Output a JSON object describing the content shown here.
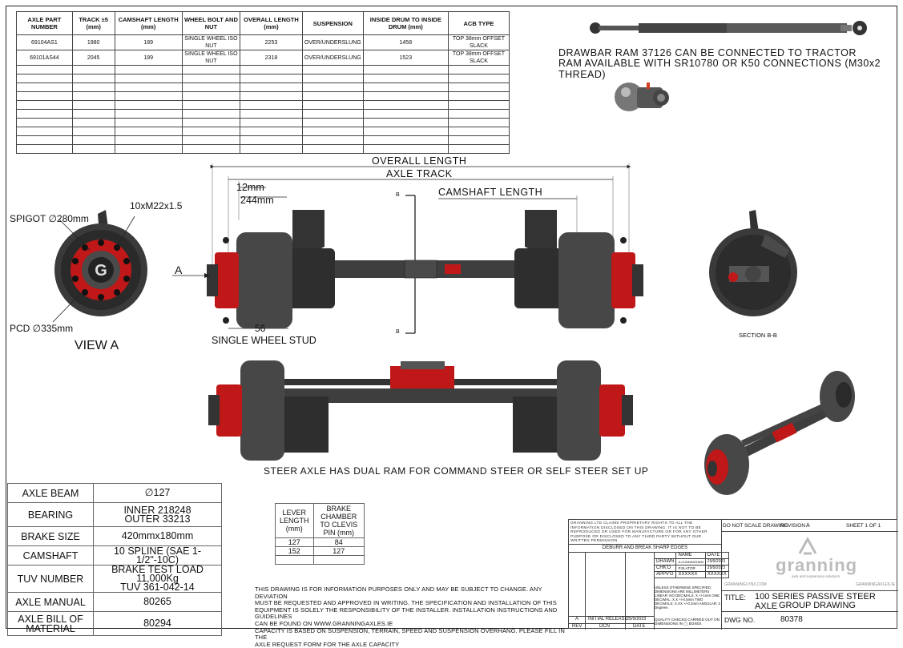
{
  "spec_table": {
    "headers": [
      "AXLE PART NUMBER",
      "TRACK ±5 (mm)",
      "CAMSHAFT LENGTH (mm)",
      "WHEEL BOLT AND NUT",
      "OVERALL LENGTH (mm)",
      "SUSPENSION",
      "INSIDE DRUM TO INSIDE DRUM (mm)",
      "ACB TYPE"
    ],
    "rows": [
      [
        "69104AS1",
        "1980",
        "189",
        "SINGLE WHEEL ISO NUT",
        "2253",
        "OVER/UNDERSLUNG",
        "1458",
        "TOP 38mm OFFSET SLACK"
      ],
      [
        "69101AS44",
        "2045",
        "189",
        "SINGLE WHEEL ISO NUT",
        "2318",
        "OVER/UNDERSLUNG",
        "1523",
        "TOP 38mm OFFSET SLACK"
      ]
    ]
  },
  "drawbar_note": {
    "line1": "DRAWBAR RAM 37126 CAN BE CONNECTED TO TRACTOR",
    "line2": "RAM AVAILABLE WITH SR10780 OR K50 CONNECTIONS (M30x2 THREAD)"
  },
  "dimensions": {
    "overall_length": "OVERALL LENGTH",
    "axle_track": "AXLE TRACK",
    "camshaft_length": "CAMSHAFT LENGTH",
    "dim_12": "12mm",
    "dim_244": "244mm",
    "dim_56": "56",
    "single_wheel_stud": "SINGLE WHEEL STUD",
    "arrow_a": "A",
    "section_mark_top": "B",
    "section_mark_bottom": "B"
  },
  "view_a": {
    "spigot": "SPIGOT ∅280mm",
    "studs": "10xM22x1.5",
    "pcd": "PCD ∅335mm",
    "title": "VIEW A"
  },
  "section_label": "SECTION B-B",
  "steer_note": "STEER AXLE HAS DUAL RAM FOR COMMAND STEER OR SELF STEER SET UP",
  "properties": [
    {
      "label": "AXLE BEAM",
      "value": "∅127"
    },
    {
      "label": "BEARING",
      "value": "INNER 218248\nOUTER 33213"
    },
    {
      "label": "BRAKE SIZE",
      "value": "420mmx180mm"
    },
    {
      "label": "CAMSHAFT",
      "value": "10 SPLINE (SAE 1-1/2\"-10C)"
    },
    {
      "label": "TUV NUMBER",
      "value": "BRAKE TEST LOAD 11,000Kg\nTUV 361-042-14"
    },
    {
      "label": "AXLE MANUAL",
      "value": "80265"
    },
    {
      "label": "AXLE BILL OF MATERIAL",
      "value": "80294"
    }
  ],
  "lever_table": {
    "headers": [
      "LEVER LENGTH (mm)",
      "BRAKE CHAMBER TO CLEVIS PIN (mm)"
    ],
    "rows": [
      [
        "127",
        "84"
      ],
      [
        "152",
        "127"
      ]
    ]
  },
  "disclaimer": [
    "THIS DRAWING IS FOR INFORMATION PURPOSES ONLY AND MAY BE SUBJECT TO CHANGE. ANY DEVIATION",
    "MUST BE REQUESTED AND APPROVED IN WRITING. THE SPECIFICATION AND INSTALLATION OF THIS",
    "EQUIPMENT IS SOLELY THE RESPONSIBILITY OF THE INSTALLER. INSTALLATION INSTRUCTIONS AND GUIDELINES",
    "CAN BE FOUND ON WWW.GRANNINGAXLES.IE",
    "CAPACITY IS BASED ON SUSPENSION, TERRAIN, SPEED AND SUSPENSION OVERHANG. PLEASE FILL IN THE",
    "AXLE REQUEST FORM FOR THE AXLE CAPACITY"
  ],
  "title_block": {
    "copyright": "GRANNING LTD CLAIMS PROPRIETARY RIGHTS TO ALL THE INFORMATION DISCLOSED ON THIS DRAWING. IT IS NOT TO BE REPRODUCED OR USED FOR MANUFACTURE OR FOR ANY OTHER PURPOSE OR DISCLOSED TO ANY THIRD PARTY WITHOUT OUR WRITTEN PERMISSION",
    "deburr": "DEBURR AND BREAK SHARP EDGES",
    "do_not_scale": "DO NOT SCALE DRAWING",
    "revision_label": "REVISION",
    "revision_value": "A",
    "sheet": "SHEET 1 OF 1",
    "name_header": "NAME",
    "date_header": "DATE",
    "drawn_label": "DRAWN",
    "drawn_name": "A.CUNNINGHAM",
    "drawn_date": "29/9/2023",
    "chkd_label": "CHK'D",
    "chkd_name": "P.SLATOR",
    "chkd_date": "29/9/2023",
    "appvd_label": "APPV'D",
    "appvd_name": "XXXXXX",
    "appvd_date": "XXXXXX",
    "tolerances": "UNLESS OTHERWISE SPECIFIED: DIMENSIONS ARE MILLIMETERS LINEAR: NO DECIMALS: X +/-1mm ONE DECIMAL: X.X +/-0.5mm TWO DECIMALS: X.XX +/-0.2mm ANGULAR: 3 Degrees",
    "quality": "QUALITY CHECKS CARRIED OUT ON DIMENSIONS IN ◯ BOXES",
    "rev_value": "A",
    "dcn_value": "INITIAL RELEASE",
    "rev_date": "29/9/2023",
    "rev_header": "REV",
    "dcn_header": "DCN",
    "date_col_header": "DATE",
    "logo_text": "granning",
    "logo_tagline": "axle and suspension solutions",
    "website_left": "GRANNINGLYNX.COM",
    "website_right": "GRANNINGAXLES.IE",
    "title_label": "TITLE:",
    "title_line1": "100 SERIES PASSIVE STEER AXLE",
    "title_line2": "GROUP DRAWING",
    "dwg_label": "DWG NO.",
    "dwg_no": "80378"
  },
  "colors": {
    "hub_red": "#c01818",
    "body_gray": "#3a3a3a",
    "drum_gray": "#4b4b4b"
  }
}
